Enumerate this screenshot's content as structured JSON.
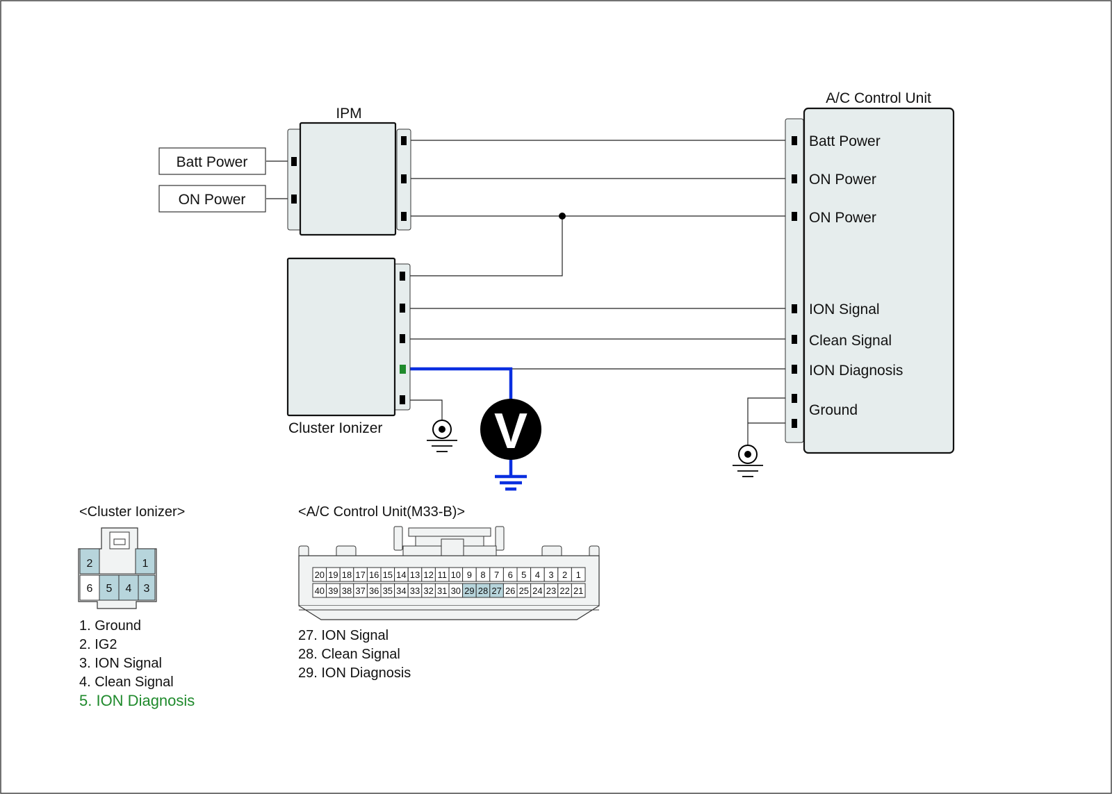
{
  "ipm": {
    "title": "IPM",
    "inputs": [
      "Batt Power",
      "ON Power"
    ]
  },
  "cluster_ionizer": {
    "title": "Cluster Ionizer"
  },
  "ac_control_unit": {
    "title": "A/C Control Unit",
    "pins": [
      "Batt Power",
      "ON Power",
      "ON Power",
      "ION Signal",
      "Clean Signal",
      "ION Diagnosis",
      "Ground"
    ]
  },
  "voltmeter": {
    "symbol": "V"
  },
  "cluster_connector": {
    "title": "<Cluster Ionizer>",
    "top_pins": [
      "2",
      "1"
    ],
    "bottom_pins": [
      "6",
      "5",
      "4",
      "3"
    ],
    "highlighted": [
      "2",
      "1",
      "5",
      "4",
      "3"
    ],
    "legend": [
      "1. Ground",
      "2. IG2",
      "3. ION Signal",
      "4. Clean Signal",
      "5. ION Diagnosis"
    ],
    "legend_highlight_index": 4
  },
  "acu_connector": {
    "title": "<A/C Control Unit(M33-B)>",
    "top_row": [
      "20",
      "19",
      "18",
      "17",
      "16",
      "15",
      "14",
      "13",
      "12",
      "11",
      "10",
      "9",
      "8",
      "7",
      "6",
      "5",
      "4",
      "3",
      "2",
      "1"
    ],
    "bottom_row": [
      "40",
      "39",
      "38",
      "37",
      "36",
      "35",
      "34",
      "33",
      "32",
      "31",
      "30",
      "29",
      "28",
      "27",
      "26",
      "25",
      "24",
      "23",
      "22",
      "21"
    ],
    "highlighted": [
      "29",
      "28",
      "27"
    ],
    "legend": [
      "27. ION Signal",
      "28. Clean Signal",
      "29. ION Diagnosis"
    ]
  },
  "colors": {
    "box_fill": "#e6eded",
    "pin_highlight": "#b7d5dc",
    "probe_wire": "#0a2fe0",
    "diag_pin": "#1f8a2c",
    "diag_text": "#1f8a2c"
  }
}
